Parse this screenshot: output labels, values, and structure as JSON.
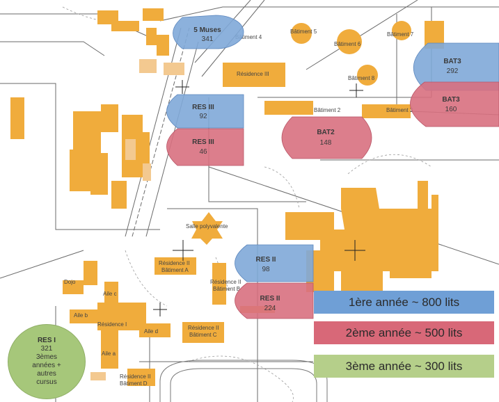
{
  "zones": [
    {
      "id": "5-muses",
      "name": "5 Muses",
      "count": "341",
      "color": "#7fa9d8"
    },
    {
      "id": "res-iii-blue",
      "name": "RES III",
      "count": "92",
      "color": "#7fa9d8"
    },
    {
      "id": "res-iii-red",
      "name": "RES III",
      "count": "46",
      "color": "#d8707f"
    },
    {
      "id": "bat2",
      "name": "BAT2",
      "count": "148",
      "color": "#d8707f"
    },
    {
      "id": "bat3-blue",
      "name": "BAT3",
      "count": "292",
      "color": "#7fa9d8"
    },
    {
      "id": "bat3-red",
      "name": "BAT3",
      "count": "160",
      "color": "#d8707f"
    },
    {
      "id": "res-ii-blue",
      "name": "RES II",
      "count": "98",
      "color": "#7fa9d8"
    },
    {
      "id": "res-ii-red",
      "name": "RES II",
      "count": "224",
      "color": "#d8707f"
    }
  ],
  "res1": {
    "name": "RES I",
    "count": "321",
    "line1": "3èmes",
    "line2": "années +",
    "line3": "autres",
    "line4": "cursus",
    "color": "#a6c77a"
  },
  "legend": {
    "first": {
      "text": "1ère année ~ 800 lits",
      "color": "#6f9fd6"
    },
    "second": {
      "text": "2ème année ~ 500 lits",
      "color": "#d86878"
    },
    "third": {
      "text": "3ème année ~ 300 lits",
      "color": "#b5cf8a"
    }
  },
  "buildings": {
    "batiment4": "Bâtiment 4",
    "batiment5": "Bâtiment 5",
    "batiment6": "Bâtiment 6",
    "batiment7": "Bâtiment 7",
    "batiment8": "Bâtiment 8",
    "batiment2": "Bâtiment 2",
    "batiment3": "Bâtiment 3",
    "residence3": "Résidence III",
    "salle": "Salle polyvalente",
    "resII_A1": "Résidence II",
    "resII_A2": "Bâtiment A",
    "resII_B1": "Résidence II",
    "resII_B2": "Bâtiment B",
    "resII_C1": "Résidence II",
    "resII_C2": "Bâtiment C",
    "resII_D1": "Résidence II",
    "resII_D2": "Bâtiment D",
    "dojo": "Dojo",
    "aile_c": "Aile c",
    "aile_b": "Aile b",
    "residence1": "Résidence I",
    "aile_d": "Aile d",
    "aile_a": "Aile a"
  },
  "colors": {
    "building": "#f0ac3c",
    "building_light": "#f3c990",
    "line": "#6a6a6a",
    "background": "#ffffff"
  }
}
